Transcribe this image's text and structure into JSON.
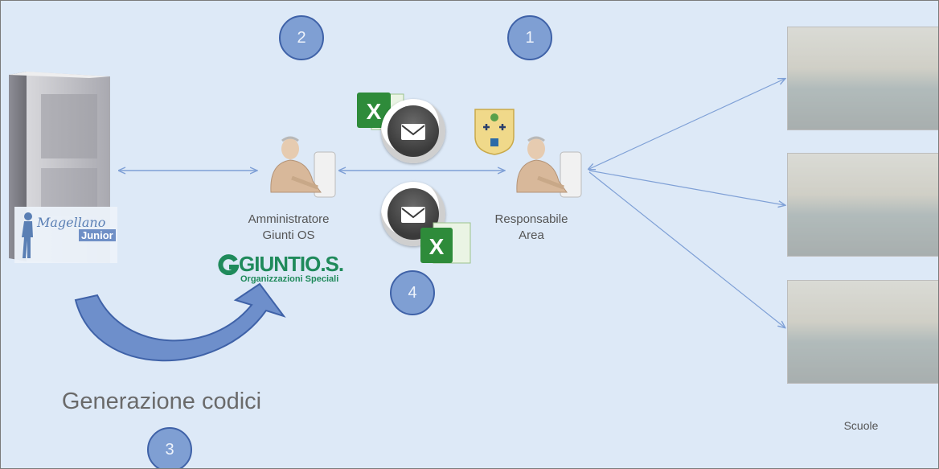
{
  "badges": {
    "b1": "1",
    "b2": "2",
    "b3": "3",
    "b4": "4"
  },
  "labels": {
    "admin_line1": "Amministratore",
    "admin_line2": "Giunti OS",
    "responsabile_line1": "Responsabile",
    "responsabile_line2": "Area",
    "generazione": "Generazione codici",
    "scuole": "Scuole"
  },
  "logos": {
    "magellano": "Magellano",
    "junior": "Junior",
    "giunti_main": "GIUNTIO.S.",
    "giunti_sub": "Organizzazioni Speciali"
  },
  "icons": [
    "server-icon",
    "person-at-computer-icon",
    "mail-icon",
    "excel-icon",
    "region-crest-icon",
    "classroom-photo",
    "curved-arrow-icon"
  ],
  "colors": {
    "background": "#dde9f7",
    "badge_fill": "#7f9fd3",
    "badge_border": "#3f62a8",
    "arrow": "#7fa0d6",
    "curved_arrow": "#6e8fcb",
    "excel_green": "#2e8b3a",
    "giunti_green": "#1f8a5b"
  }
}
